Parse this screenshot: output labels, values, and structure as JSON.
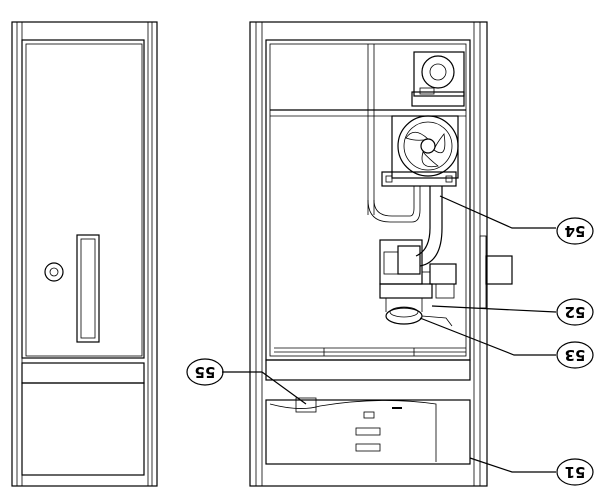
{
  "callouts": {
    "c54": "54",
    "c52": "52",
    "c53": "53",
    "c55": "55",
    "c51": "51"
  },
  "colors": {
    "ink": "#000000",
    "paper": "#ffffff"
  }
}
